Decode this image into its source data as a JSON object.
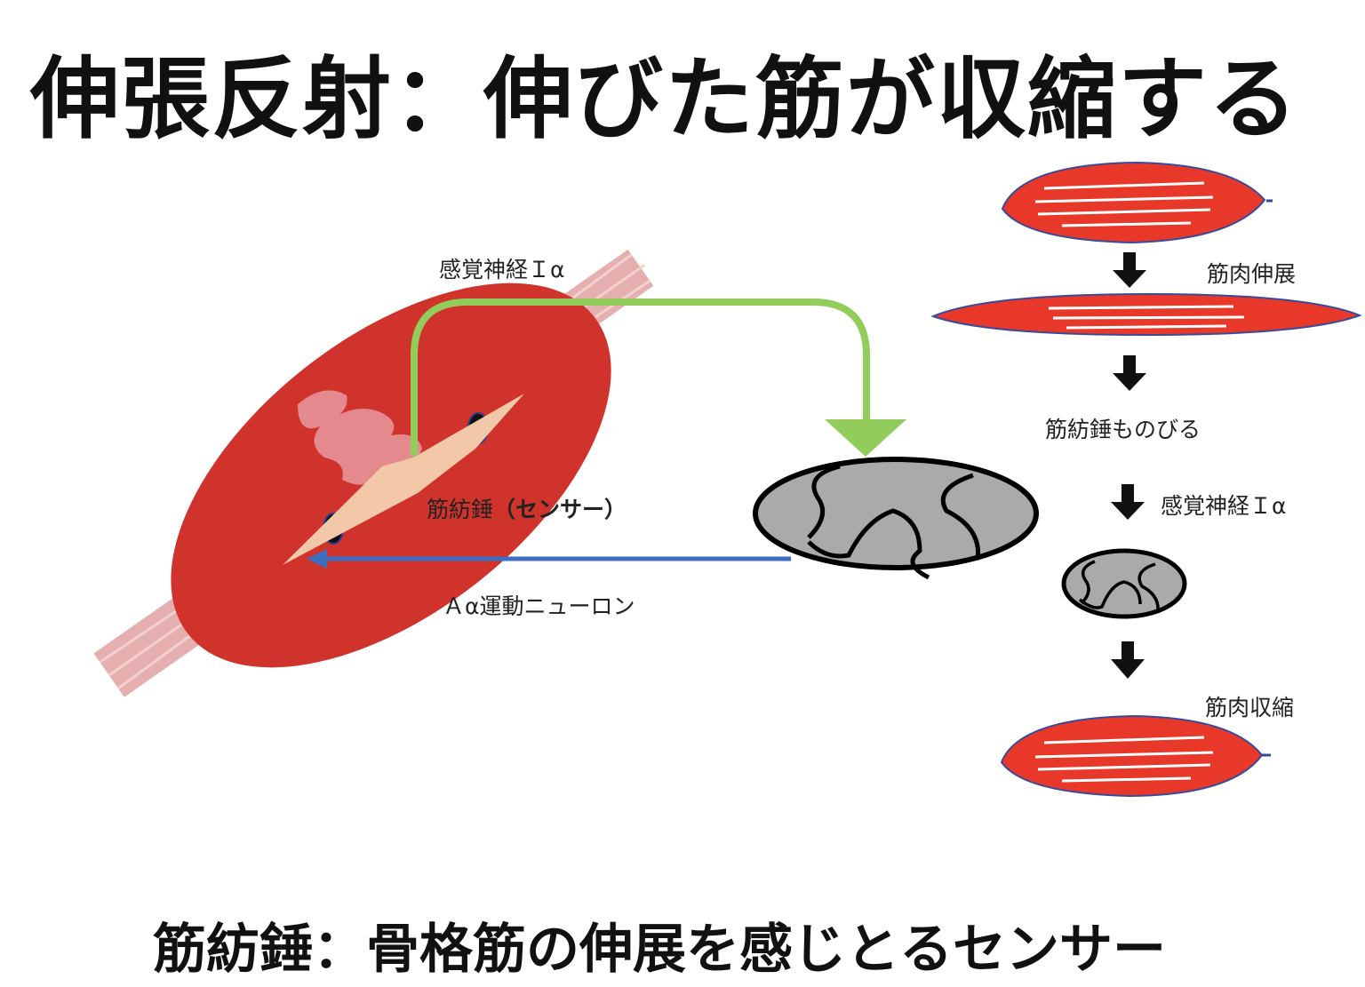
{
  "title": "伸張反射：伸びた筋が収縮する",
  "subtitle": "筋紡錘：骨格筋の伸展を感じとるセンサー",
  "labels": {
    "sensory_nerve": "感覚神経Ｉα",
    "spindle": "筋紡錘",
    "sensor": "（センサー）",
    "motor_neuron": "Ａα運動ニューロン"
  },
  "steps": [
    "筋肉伸展",
    "筋紡錘ものびる",
    "感覚神経Ｉα",
    "筋肉収縮"
  ],
  "colors": {
    "muscle": "#d0322c",
    "step_muscle": "#e8382a",
    "sensory": "#92cc5a",
    "motor": "#3a6fbf",
    "spinal_cord": "#aaaaaa",
    "spindle": "#f2c8a8"
  }
}
